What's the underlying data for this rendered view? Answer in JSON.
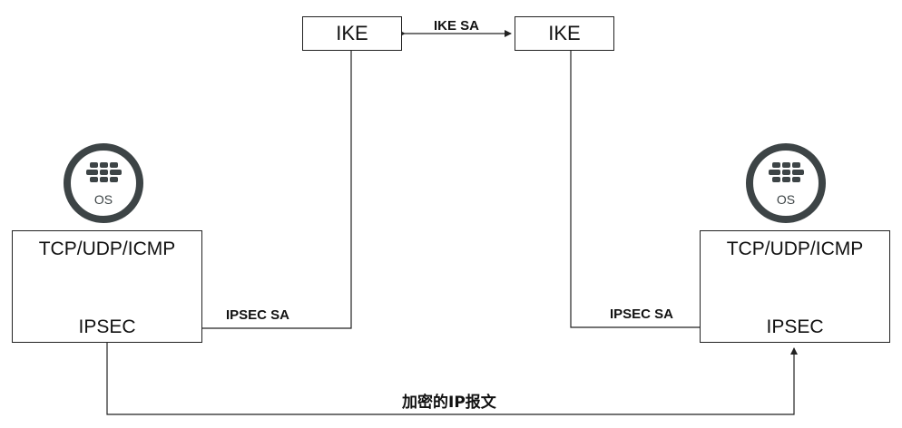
{
  "ike": {
    "left_label": "IKE",
    "right_label": "IKE",
    "link_label": "IKE SA"
  },
  "left_host": {
    "logo": {
      "icon": "fortinet-os-icon",
      "text": "OS"
    },
    "protocol_label": "TCP/UDP/ICMP",
    "ipsec_label": "IPSEC",
    "sa_label": "IPSEC SA"
  },
  "right_host": {
    "logo": {
      "icon": "fortinet-os-icon",
      "text": "OS"
    },
    "protocol_label": "TCP/UDP/ICMP",
    "ipsec_label": "IPSEC",
    "sa_label": "IPSEC SA"
  },
  "bottom_label": "加密的IP报文",
  "colors": {
    "logo_ring": "#3d4446",
    "line": "#222222"
  }
}
